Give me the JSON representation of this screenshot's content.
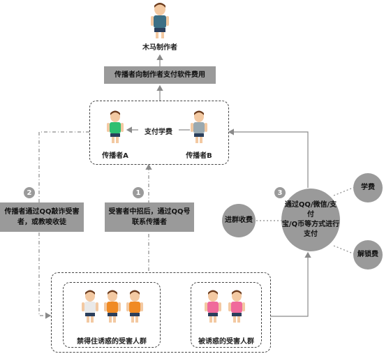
{
  "nodes": {
    "creator_label": "木马制作者",
    "payment_box": "传播者向制作者支付软件费用",
    "spreader_a_label": "传播者A",
    "spreader_b_label": "传播者B",
    "tuition_label": "支付学费",
    "step2_number": "2",
    "step2_text_line1": "传播者通过QQ敲诈受害",
    "step2_text_line2": "者，或教唆收徒",
    "step1_number": "1",
    "step1_text_line1": "受害者中招后，通过QQ号",
    "step1_text_line2": "联系传播者",
    "step3_number": "3",
    "pay_circle_line1": "通过QQ/微信/支付",
    "pay_circle_line2": "宝/Q币等方式进行",
    "pay_circle_line3": "支付",
    "group_fee": "进群收费",
    "tuition_fee": "学费",
    "unlock_fee": "解锁费",
    "victims_resist_label": "禁得住诱惑的受害人群",
    "victims_tempted_label": "被诱惑的受害人群"
  },
  "colors": {
    "box_gray": "#9a9a9a",
    "line_gray": "#8a8a8a",
    "skin": "#f3c9a2",
    "hair": "#6b3b1d",
    "shirt_a": "#2fbf71",
    "shirt_b": "#9aa9b0",
    "shirt_creator": "#3d6f85",
    "shirt_white": "#e9e9e9",
    "shirt_orange": "#f08a24",
    "shirt_pink": "#f06a9b",
    "pants_dark": "#2b3f5c"
  }
}
